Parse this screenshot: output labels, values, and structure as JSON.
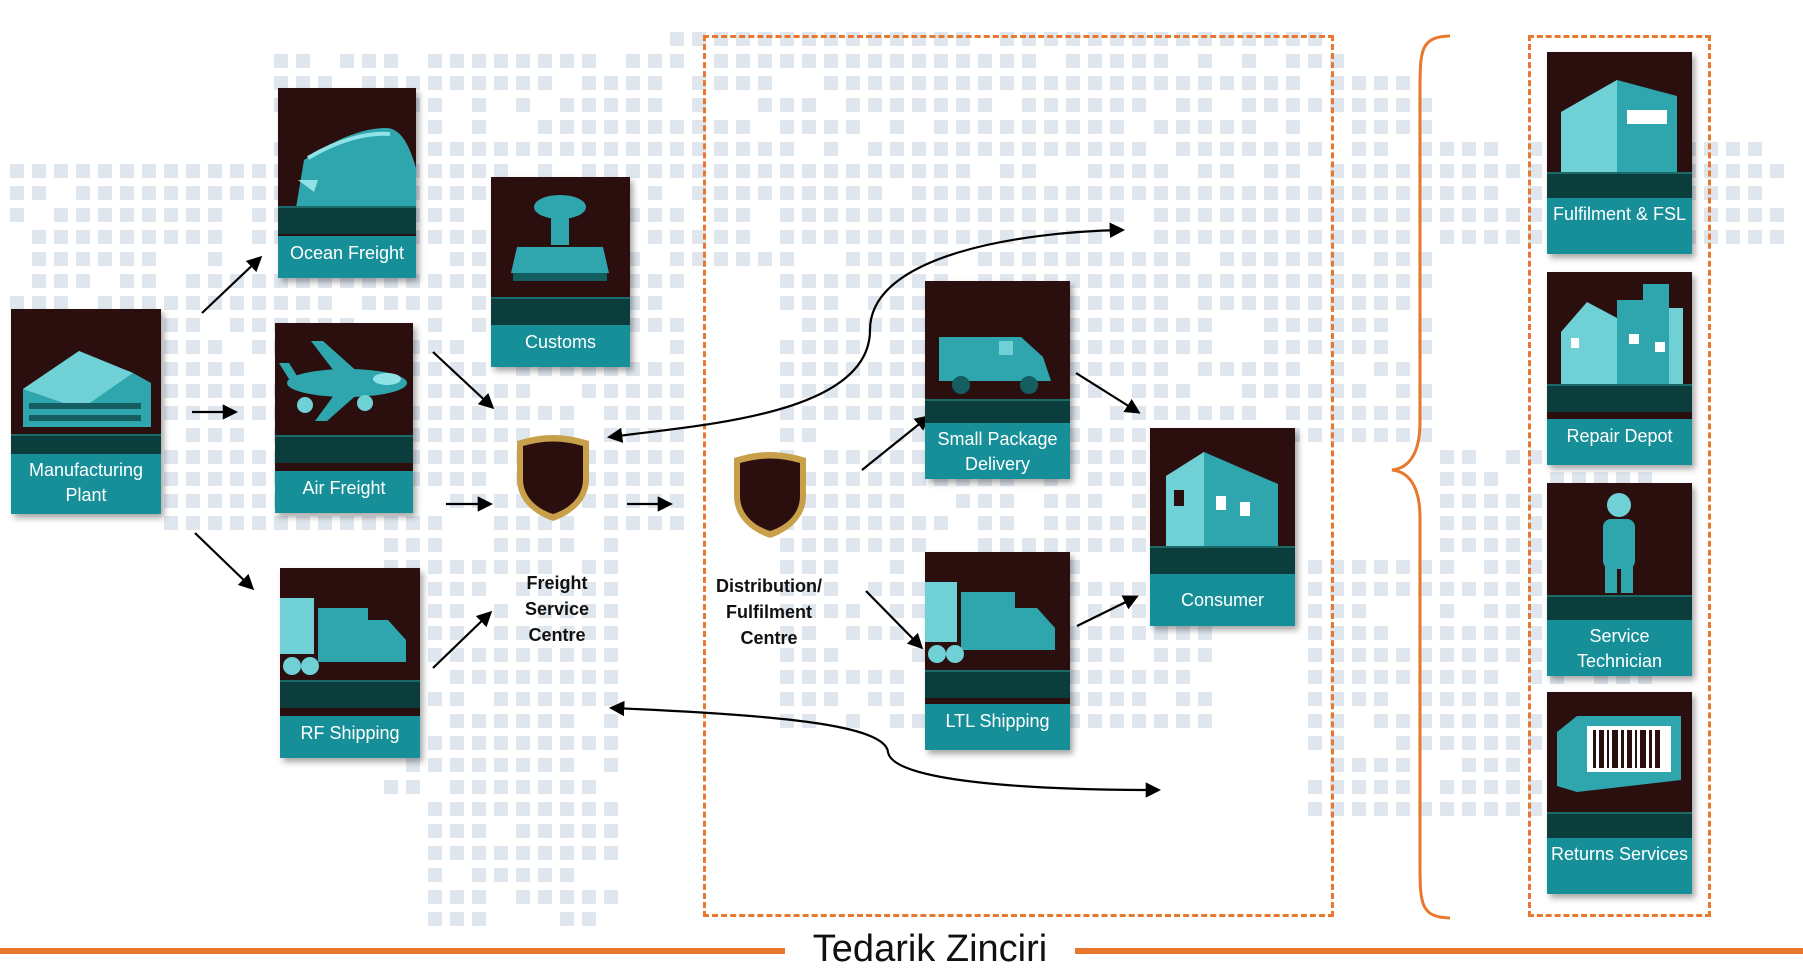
{
  "colors": {
    "tile_bg": "#2a0f0e",
    "tile_label": "#178f99",
    "tile_band": "#0b3d3d",
    "icon_teal": "#2fa6ad",
    "accent_orange": "#e8782e",
    "map_dots": "#dfe6ee"
  },
  "sources": {
    "manufacturing_plant": {
      "label": "Manufacturing Plant",
      "icon": "factory-icon"
    },
    "ocean_freight": {
      "label": "Ocean Freight",
      "icon": "ship-icon"
    },
    "air_freight": {
      "label": "Air Freight",
      "icon": "airplane-icon"
    },
    "rf_shipping": {
      "label": "RF  Shipping",
      "icon": "truck-icon"
    },
    "customs": {
      "label": "Customs",
      "icon": "stamp-icon"
    }
  },
  "hubs": {
    "freight_service_centre": {
      "label": "Freight\nService\nCentre",
      "icon": "shield-icon"
    },
    "distribution_centre": {
      "label": "Distribution/\nFulfilment\nCentre",
      "icon": "shield-icon"
    }
  },
  "delivery": {
    "small_package": {
      "label": "Small Package Delivery",
      "icon": "van-icon"
    },
    "ltl_shipping": {
      "label": "LTL Shipping",
      "icon": "truck-icon"
    },
    "consumer": {
      "label": "Consumer",
      "icon": "house-icon"
    }
  },
  "services": [
    {
      "label": "Fulfilment & FSL",
      "icon": "warehouse-icon"
    },
    {
      "label": "Repair Depot",
      "icon": "buildings-icon"
    },
    {
      "label": "Service Technician",
      "icon": "person-icon"
    },
    {
      "label": "Returns Services",
      "icon": "barcode-box-icon"
    }
  ],
  "footer": {
    "title": "Tedarik Zinciri"
  }
}
